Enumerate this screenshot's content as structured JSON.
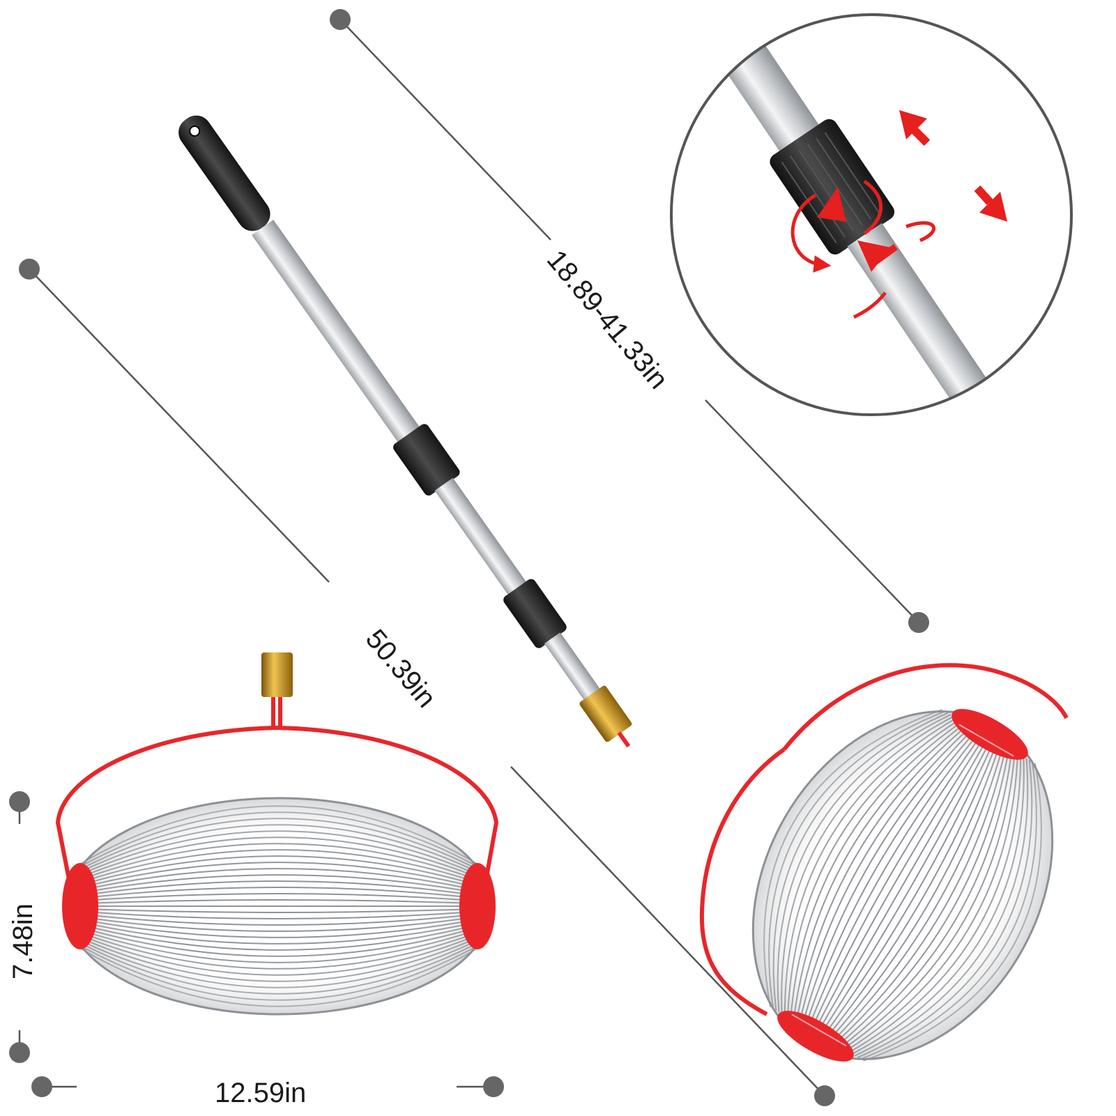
{
  "dimensions": {
    "handle_length": "18.89-41.33in",
    "total_length": "50.39in",
    "basket_height": "7.48in",
    "basket_width": "12.59in"
  },
  "colors": {
    "frame_red": "#e8262a",
    "grip_black": "#2a2a2a",
    "pole_silver": "#d4d6d9",
    "wire_silver": "#9a9da2",
    "dimension_line": "#555555",
    "collar_gold": "#c9961f",
    "arrow_red": "#e61f1f"
  },
  "icons": [
    "rotate-arrow-icon",
    "extend-arrow-icon",
    "retract-arrow-icon"
  ]
}
